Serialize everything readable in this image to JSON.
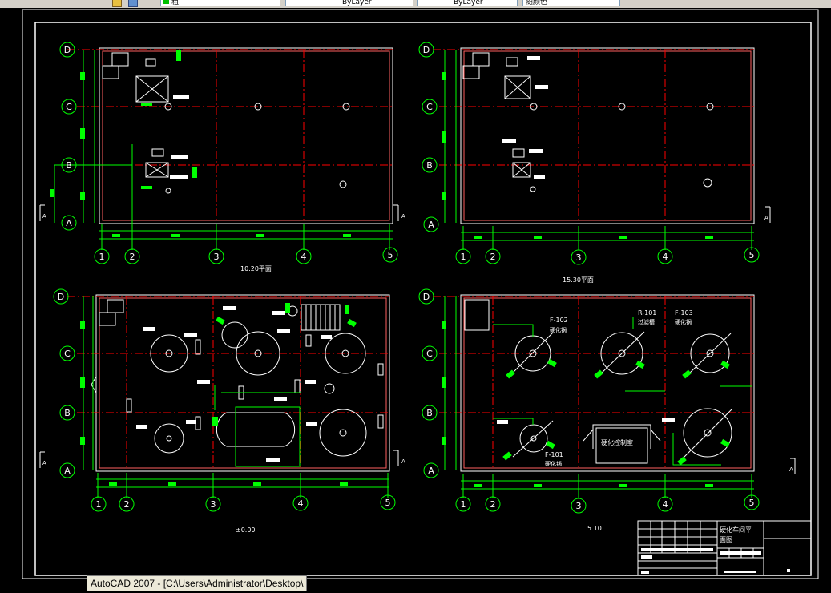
{
  "toolbar": {
    "layer_value": "粗",
    "color_value": "ByLayer",
    "linetype_value": "ByLayer",
    "lineweight_value": "随颜色"
  },
  "grid_labels": {
    "rows": [
      "D",
      "C",
      "B",
      "A"
    ],
    "cols": [
      "1",
      "2",
      "3",
      "4",
      "5"
    ]
  },
  "plans": {
    "tl": {
      "caption": "10.20平面"
    },
    "tr": {
      "caption": "15.30平面"
    },
    "bl": {
      "caption": "±0.00"
    },
    "br": {
      "caption": "5.10"
    }
  },
  "section_mark": "A",
  "equipment": {
    "f102_tag": "F-102",
    "f102_name": "硬化锅",
    "r101_tag": "R-101",
    "r101_name": "过滤槽",
    "f103_tag": "F-103",
    "f103_name": "硬化锅",
    "f101_tag": "F-101",
    "f101_name": "硬化锅",
    "control_room": "硬化控制室"
  },
  "title_block": {
    "title_line1": "硬化车间平",
    "title_line2": "面图"
  },
  "status": {
    "tooltip": "AutoCAD 2007 - [C:\\Users\\Administrator\\Desktop\\"
  },
  "colors": {
    "background": "#000000",
    "grid": "#00ff00",
    "axis": "#ff0000",
    "outline": "#ffffff",
    "wall": "#ff6666"
  }
}
